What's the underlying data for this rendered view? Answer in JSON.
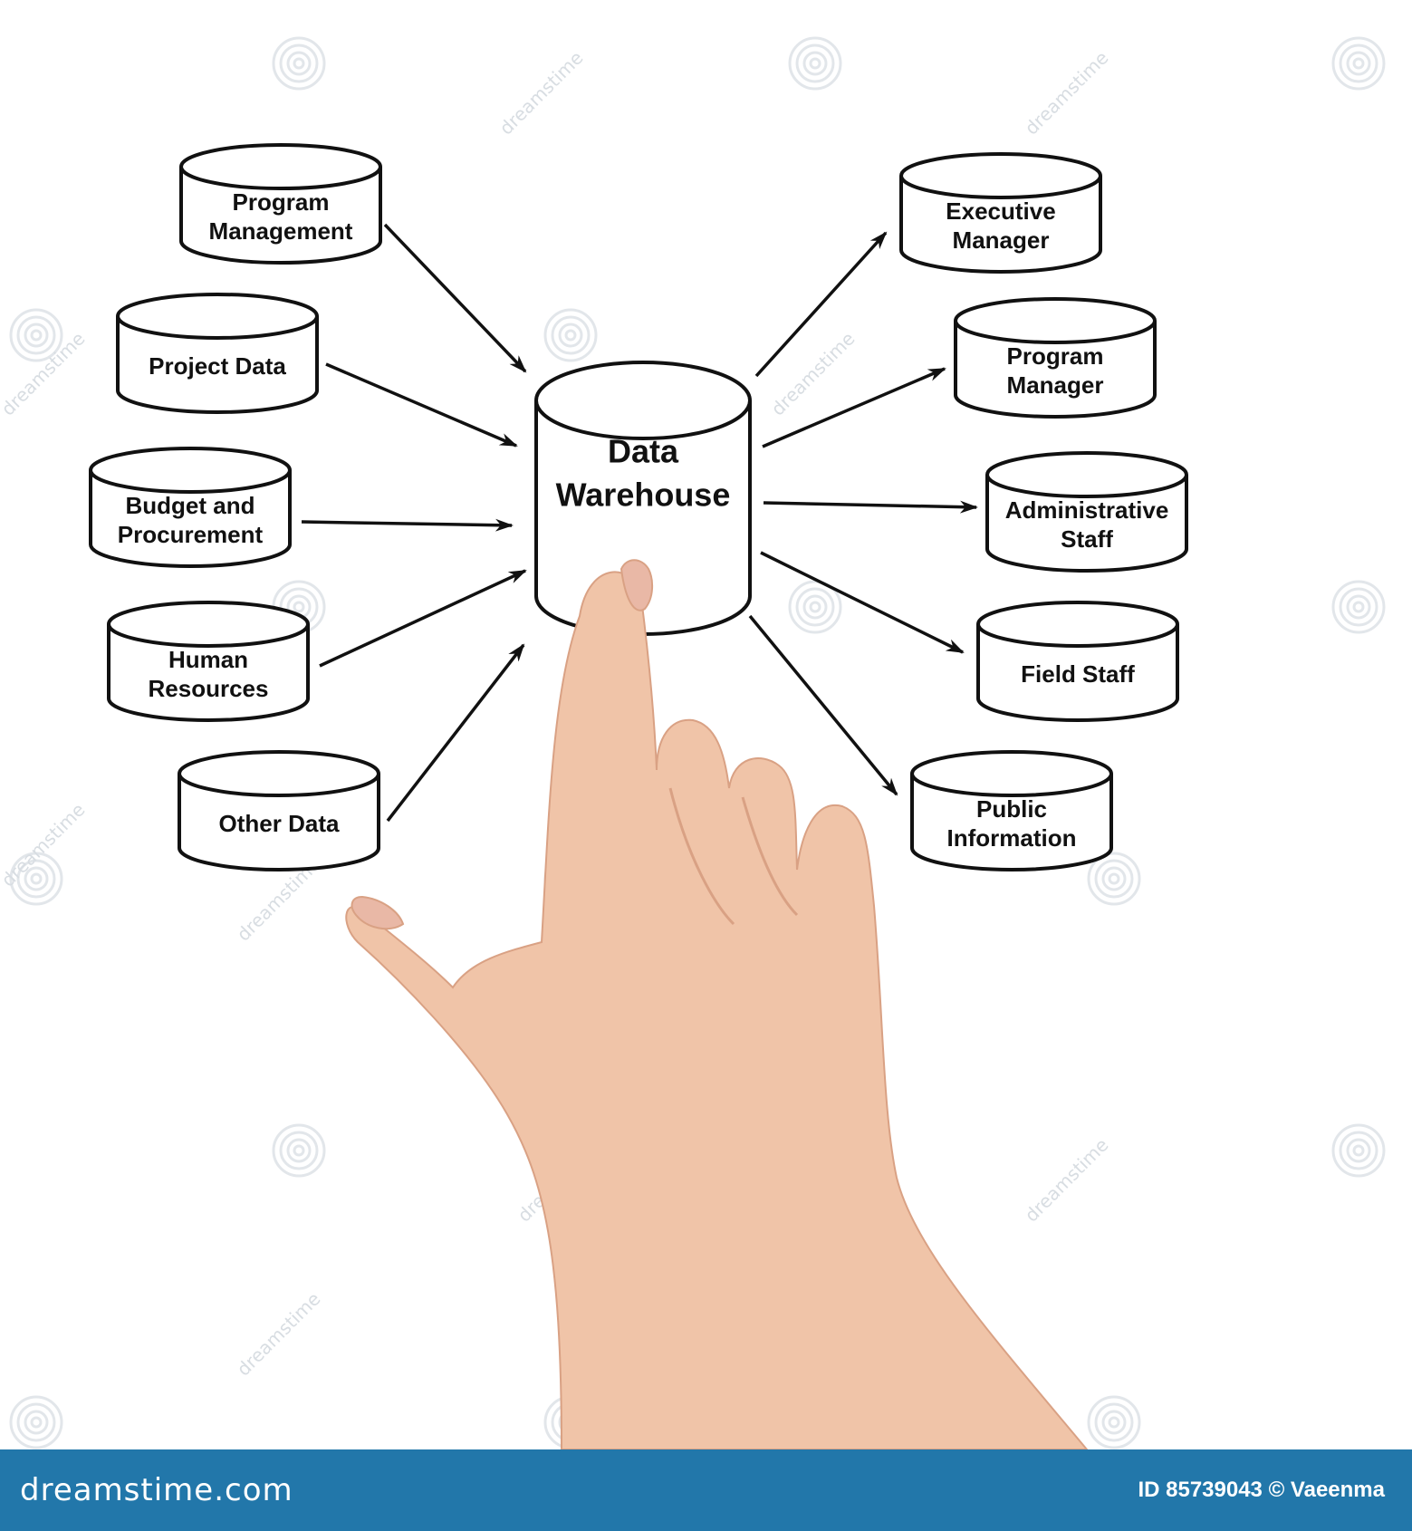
{
  "diagram": {
    "center": {
      "lines": [
        "Data",
        "Warehouse"
      ]
    },
    "sources": [
      {
        "id": "program-management",
        "lines": [
          "Program",
          "Management"
        ]
      },
      {
        "id": "project-data",
        "lines": [
          "Project Data"
        ]
      },
      {
        "id": "budget-and-procurement",
        "lines": [
          "Budget and",
          "Procurement"
        ]
      },
      {
        "id": "human-resources",
        "lines": [
          "Human",
          "Resources"
        ]
      },
      {
        "id": "other-data",
        "lines": [
          "Other Data"
        ]
      }
    ],
    "consumers": [
      {
        "id": "executive-manager",
        "lines": [
          "Executive",
          "Manager"
        ]
      },
      {
        "id": "program-manager",
        "lines": [
          "Program",
          "Manager"
        ]
      },
      {
        "id": "administrative-staff",
        "lines": [
          "Administrative",
          "Staff"
        ]
      },
      {
        "id": "field-staff",
        "lines": [
          "Field Staff"
        ]
      },
      {
        "id": "public-information",
        "lines": [
          "Public",
          "Information"
        ]
      }
    ],
    "colors": {
      "stroke": "#111111",
      "skin": "#f0c4a8",
      "skin_shadow": "#d9a184",
      "nail": "#e9b8a6"
    }
  },
  "watermark": {
    "text": "dreamstime"
  },
  "footer": {
    "logo": "dreamstime.com",
    "credit": "ID 85739043 © Vaeenma",
    "background": "#2277aa"
  }
}
